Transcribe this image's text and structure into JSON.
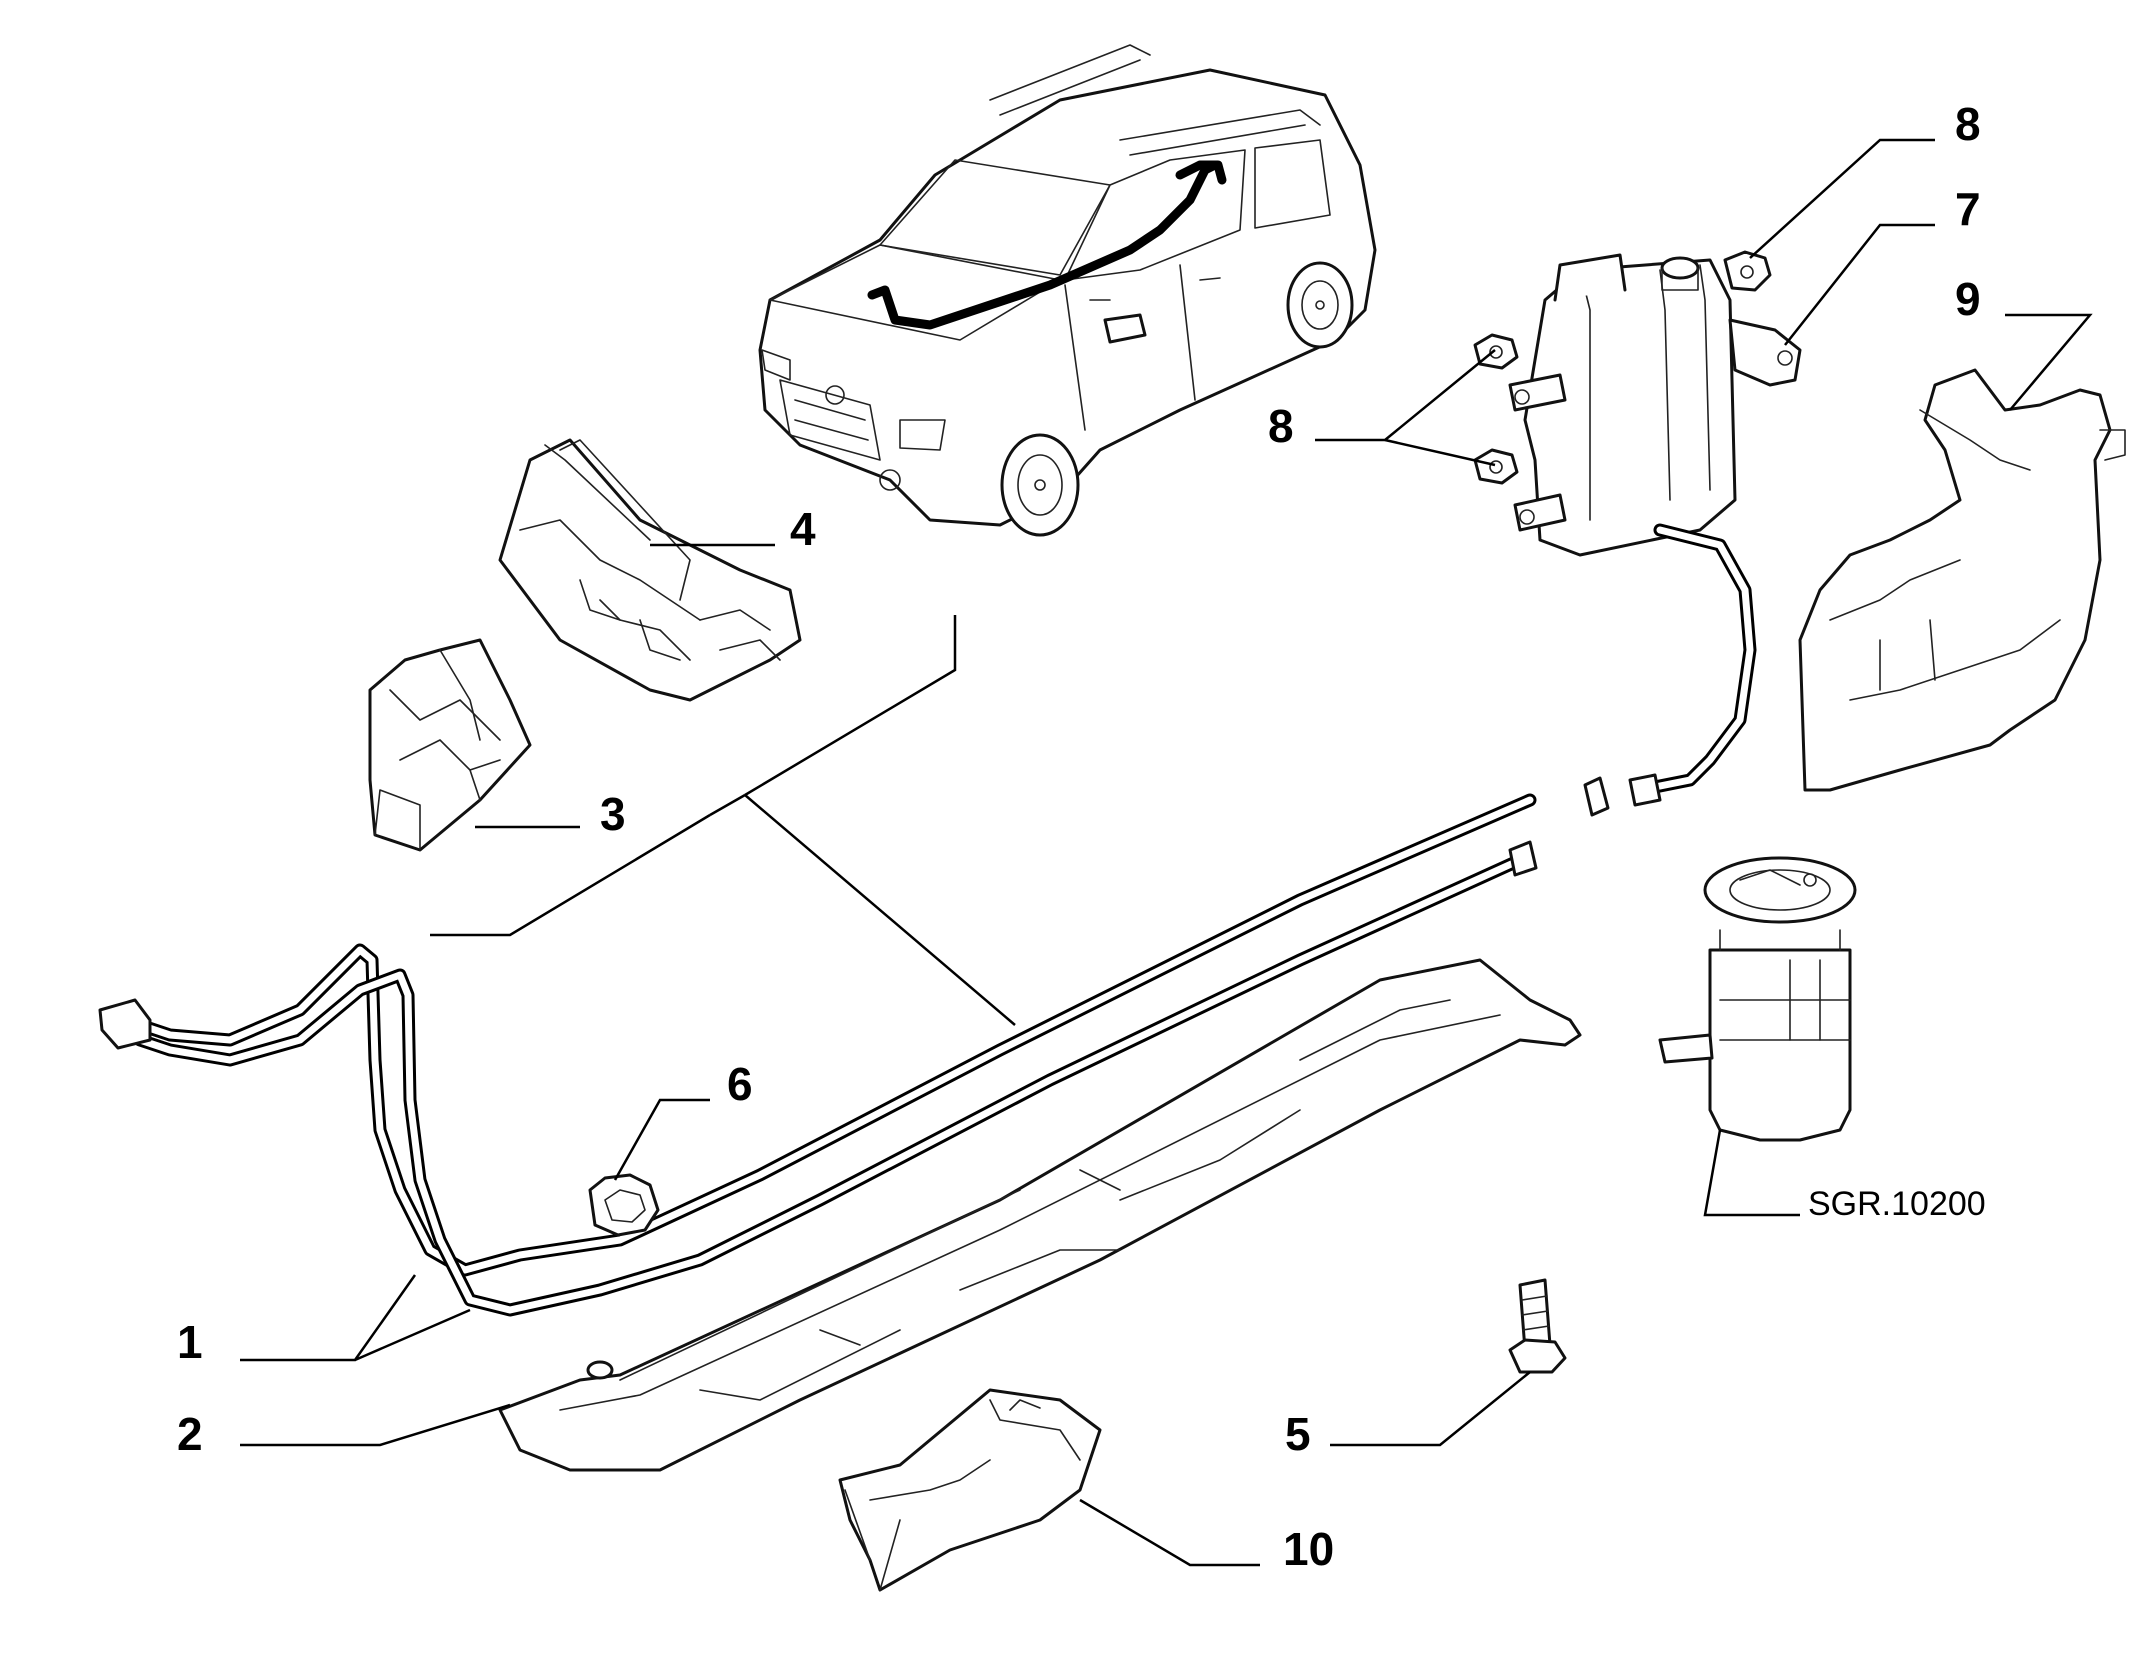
{
  "callouts": {
    "c1": "1",
    "c2": "2",
    "c3": "3",
    "c4": "4",
    "c5": "5",
    "c6": "6",
    "c7": "7",
    "c8a": "8",
    "c8b": "8",
    "c9": "9",
    "c10": "10"
  },
  "reference_label": "SGR.10200"
}
